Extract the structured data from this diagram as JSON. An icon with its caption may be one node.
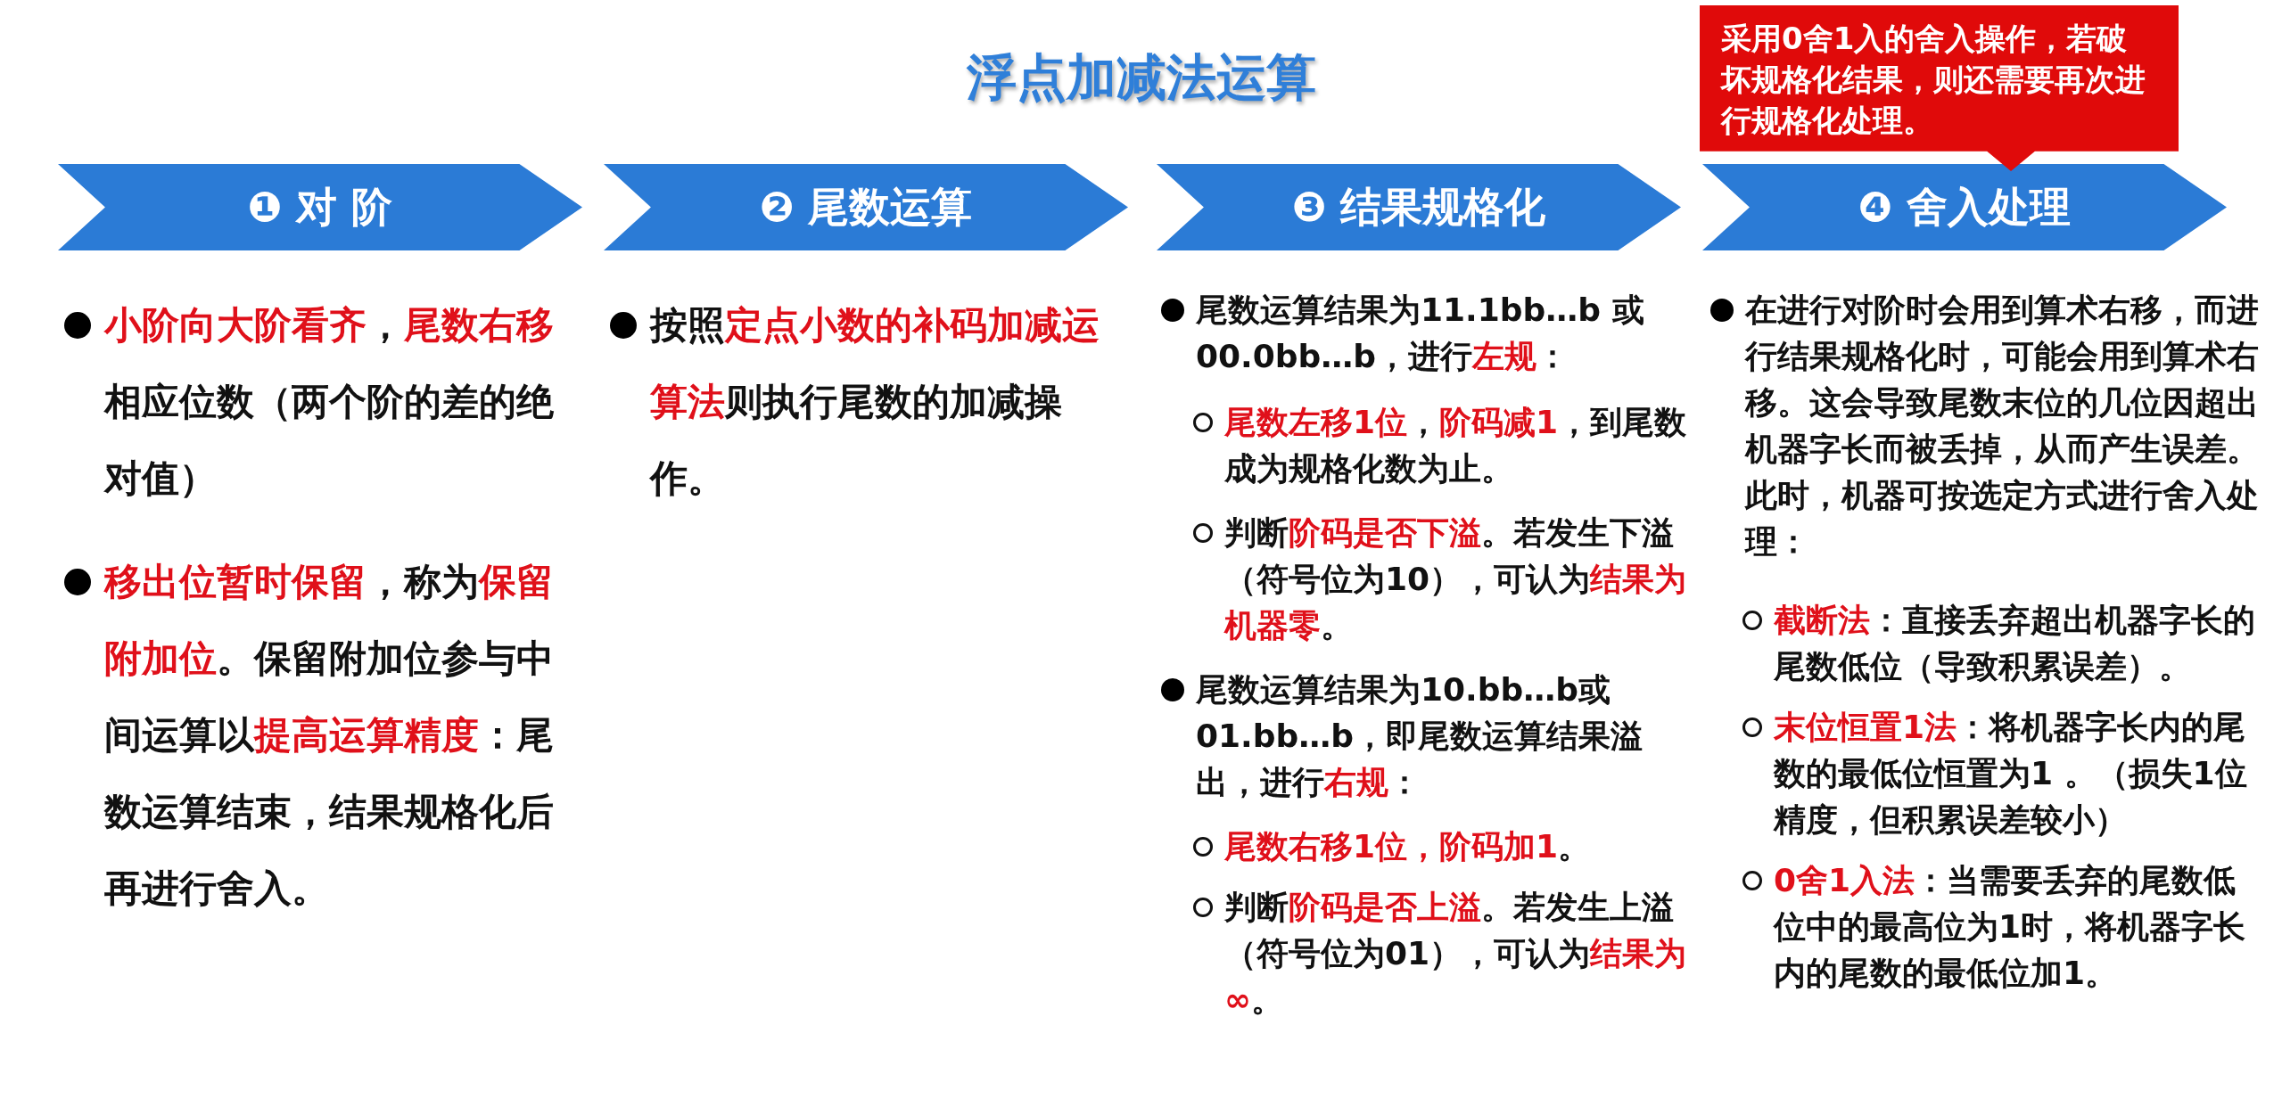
{
  "diagram": {
    "title": "浮点加减法运算",
    "nodes": [
      {
        "text": [
          "❶ 对 阶"
        ],
        "beside": [
          "**小阶向大阶看齐**，**尾数右移**相应位数（两个阶的差的绝对值）",
          "**移出位暂时保留**，称为**保留附加位**。保留附加位参与中间运算以**提高运算精度**：尾数运算结束，结果规格化后再进行舍入。"
        ]
      },
      {
        "text": [
          "❷ 尾数运算"
        ],
        "beside": [
          "按照**定点小数的补码加减运算法**则执行尾数的加减操作。"
        ]
      },
      {
        "text": [
          "❸ 结果规格化"
        ],
        "beside": [
          "尾数运算结果为11.1bb…b 或 00.0bb…b，进行**左规**：",
          "**尾数左移1位**，**阶码减1**，到尾数成为规格化数为止。",
          "判断**阶码是否下溢**。若发生下溢（符号位为10），可认为**结果为机器零**。",
          "尾数运算结果为10.bb…b或01.bb…b，即尾数运算结果溢出，进行**右规**：",
          "**尾数右移1位，阶码加1**。",
          "判断**阶码是否上溢**。若发生上溢（符号位为01），可认为**结果为∞**。"
        ]
      },
      {
        "text": [
          "❹ 舍入处理"
        ],
        "beside": [
          "在进行对阶时会用到算术右移，而进行结果规格化时，可能会用到算术右移。这会导致尾数末位的几位因超出机器字长而被丢掉，从而产生误差。此时，机器可按选定方式进行舍入处理：",
          "**截断法**：直接丢弃超出机器字长的尾数低位（导致积累误差）。",
          "**末位恒置1法**：将机器字长内的尾数的最低位恒置为1 。（损失1位精度，但积累误差较小）",
          "**0舍1入法**：当需要丢弃的尾数低位中的最高位为1时，将机器字长内的尾数的最低位加1。"
        ]
      },
      {
        "text": [
          "采用0舍1入的舍入操作，若破坏规格化结果，则还需要再次进行规格化处理。"
        ]
      }
    ]
  }
}
